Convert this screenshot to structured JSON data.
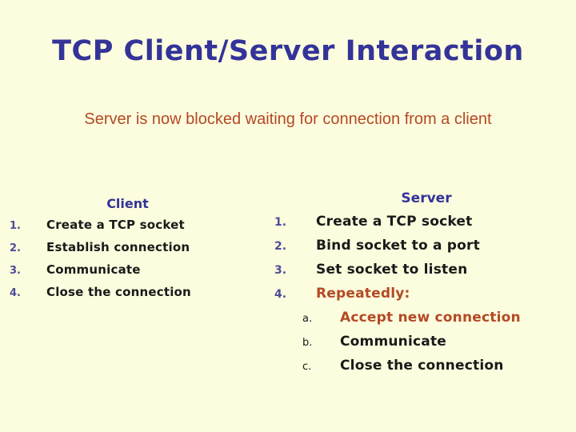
{
  "slide": {
    "title": "TCP Client/Server Interaction",
    "subtitle": "Server is now blocked waiting for connection from a client",
    "colors": {
      "background": "#FCFCDE",
      "title": "#333399",
      "accent": "#B34A24",
      "marker": "#4D4D99",
      "body": "#1A1A1A"
    },
    "client": {
      "heading": "Client",
      "items": [
        {
          "marker": "1.",
          "text": "Create a TCP socket",
          "accent": false
        },
        {
          "marker": "2.",
          "text": "Establish connection",
          "accent": false
        },
        {
          "marker": "3.",
          "text": "Communicate",
          "accent": false
        },
        {
          "marker": "4.",
          "text": "Close the connection",
          "accent": false
        }
      ]
    },
    "server": {
      "heading": "Server",
      "items": [
        {
          "marker": "1.",
          "text": "Create a TCP socket",
          "accent": false
        },
        {
          "marker": "2.",
          "text": "Bind socket to a port",
          "accent": false
        },
        {
          "marker": "3.",
          "text": "Set socket to listen",
          "accent": false
        },
        {
          "marker": "4.",
          "text": "Repeatedly:",
          "accent": true
        }
      ],
      "subitems": [
        {
          "marker": "a.",
          "text": "Accept new connection",
          "accent": true
        },
        {
          "marker": "b.",
          "text": "Communicate",
          "accent": false
        },
        {
          "marker": "c.",
          "text": "Close the connection",
          "accent": false
        }
      ]
    }
  }
}
